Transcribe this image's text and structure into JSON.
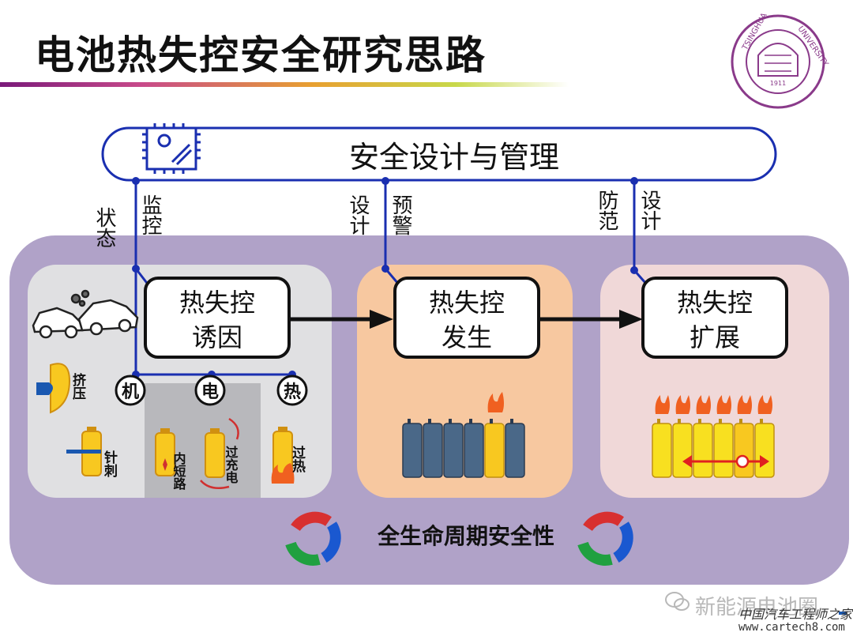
{
  "title": "电池热失控安全研究思路",
  "top_bar": {
    "label": "安全设计与管理"
  },
  "connectors": [
    {
      "line1": "状态",
      "line2": "监控"
    },
    {
      "line1": "设计",
      "line2": "预警"
    },
    {
      "line1": "防范",
      "line2": "设计"
    }
  ],
  "stages": [
    {
      "line1": "热失控",
      "line2": "诱因"
    },
    {
      "line1": "热失控",
      "line2": "发生"
    },
    {
      "line1": "热失控",
      "line2": "扩展"
    }
  ],
  "cause_types": [
    "机",
    "电",
    "热"
  ],
  "cause_labels": {
    "crush": "挤压",
    "needle": "针刺",
    "internal_short": "内短路",
    "overcharge": "过充电",
    "overheat": "过热"
  },
  "bottom_label": "全生命周期安全性",
  "watermark": {
    "account": "新能源电池圈",
    "site_name": "中国汽车工程师之家",
    "url": "www.cartech8.com"
  },
  "colors": {
    "line_blue": "#1a2fb0",
    "outer_purple": "#b0a2c8",
    "panel_gray": "#d4d4d6",
    "panel_orange": "#f7c8a0",
    "panel_pink": "#f0d8d8",
    "cell_blue": "#4a6888",
    "cell_yellow": "#f8c820",
    "flame": "#f06020"
  }
}
